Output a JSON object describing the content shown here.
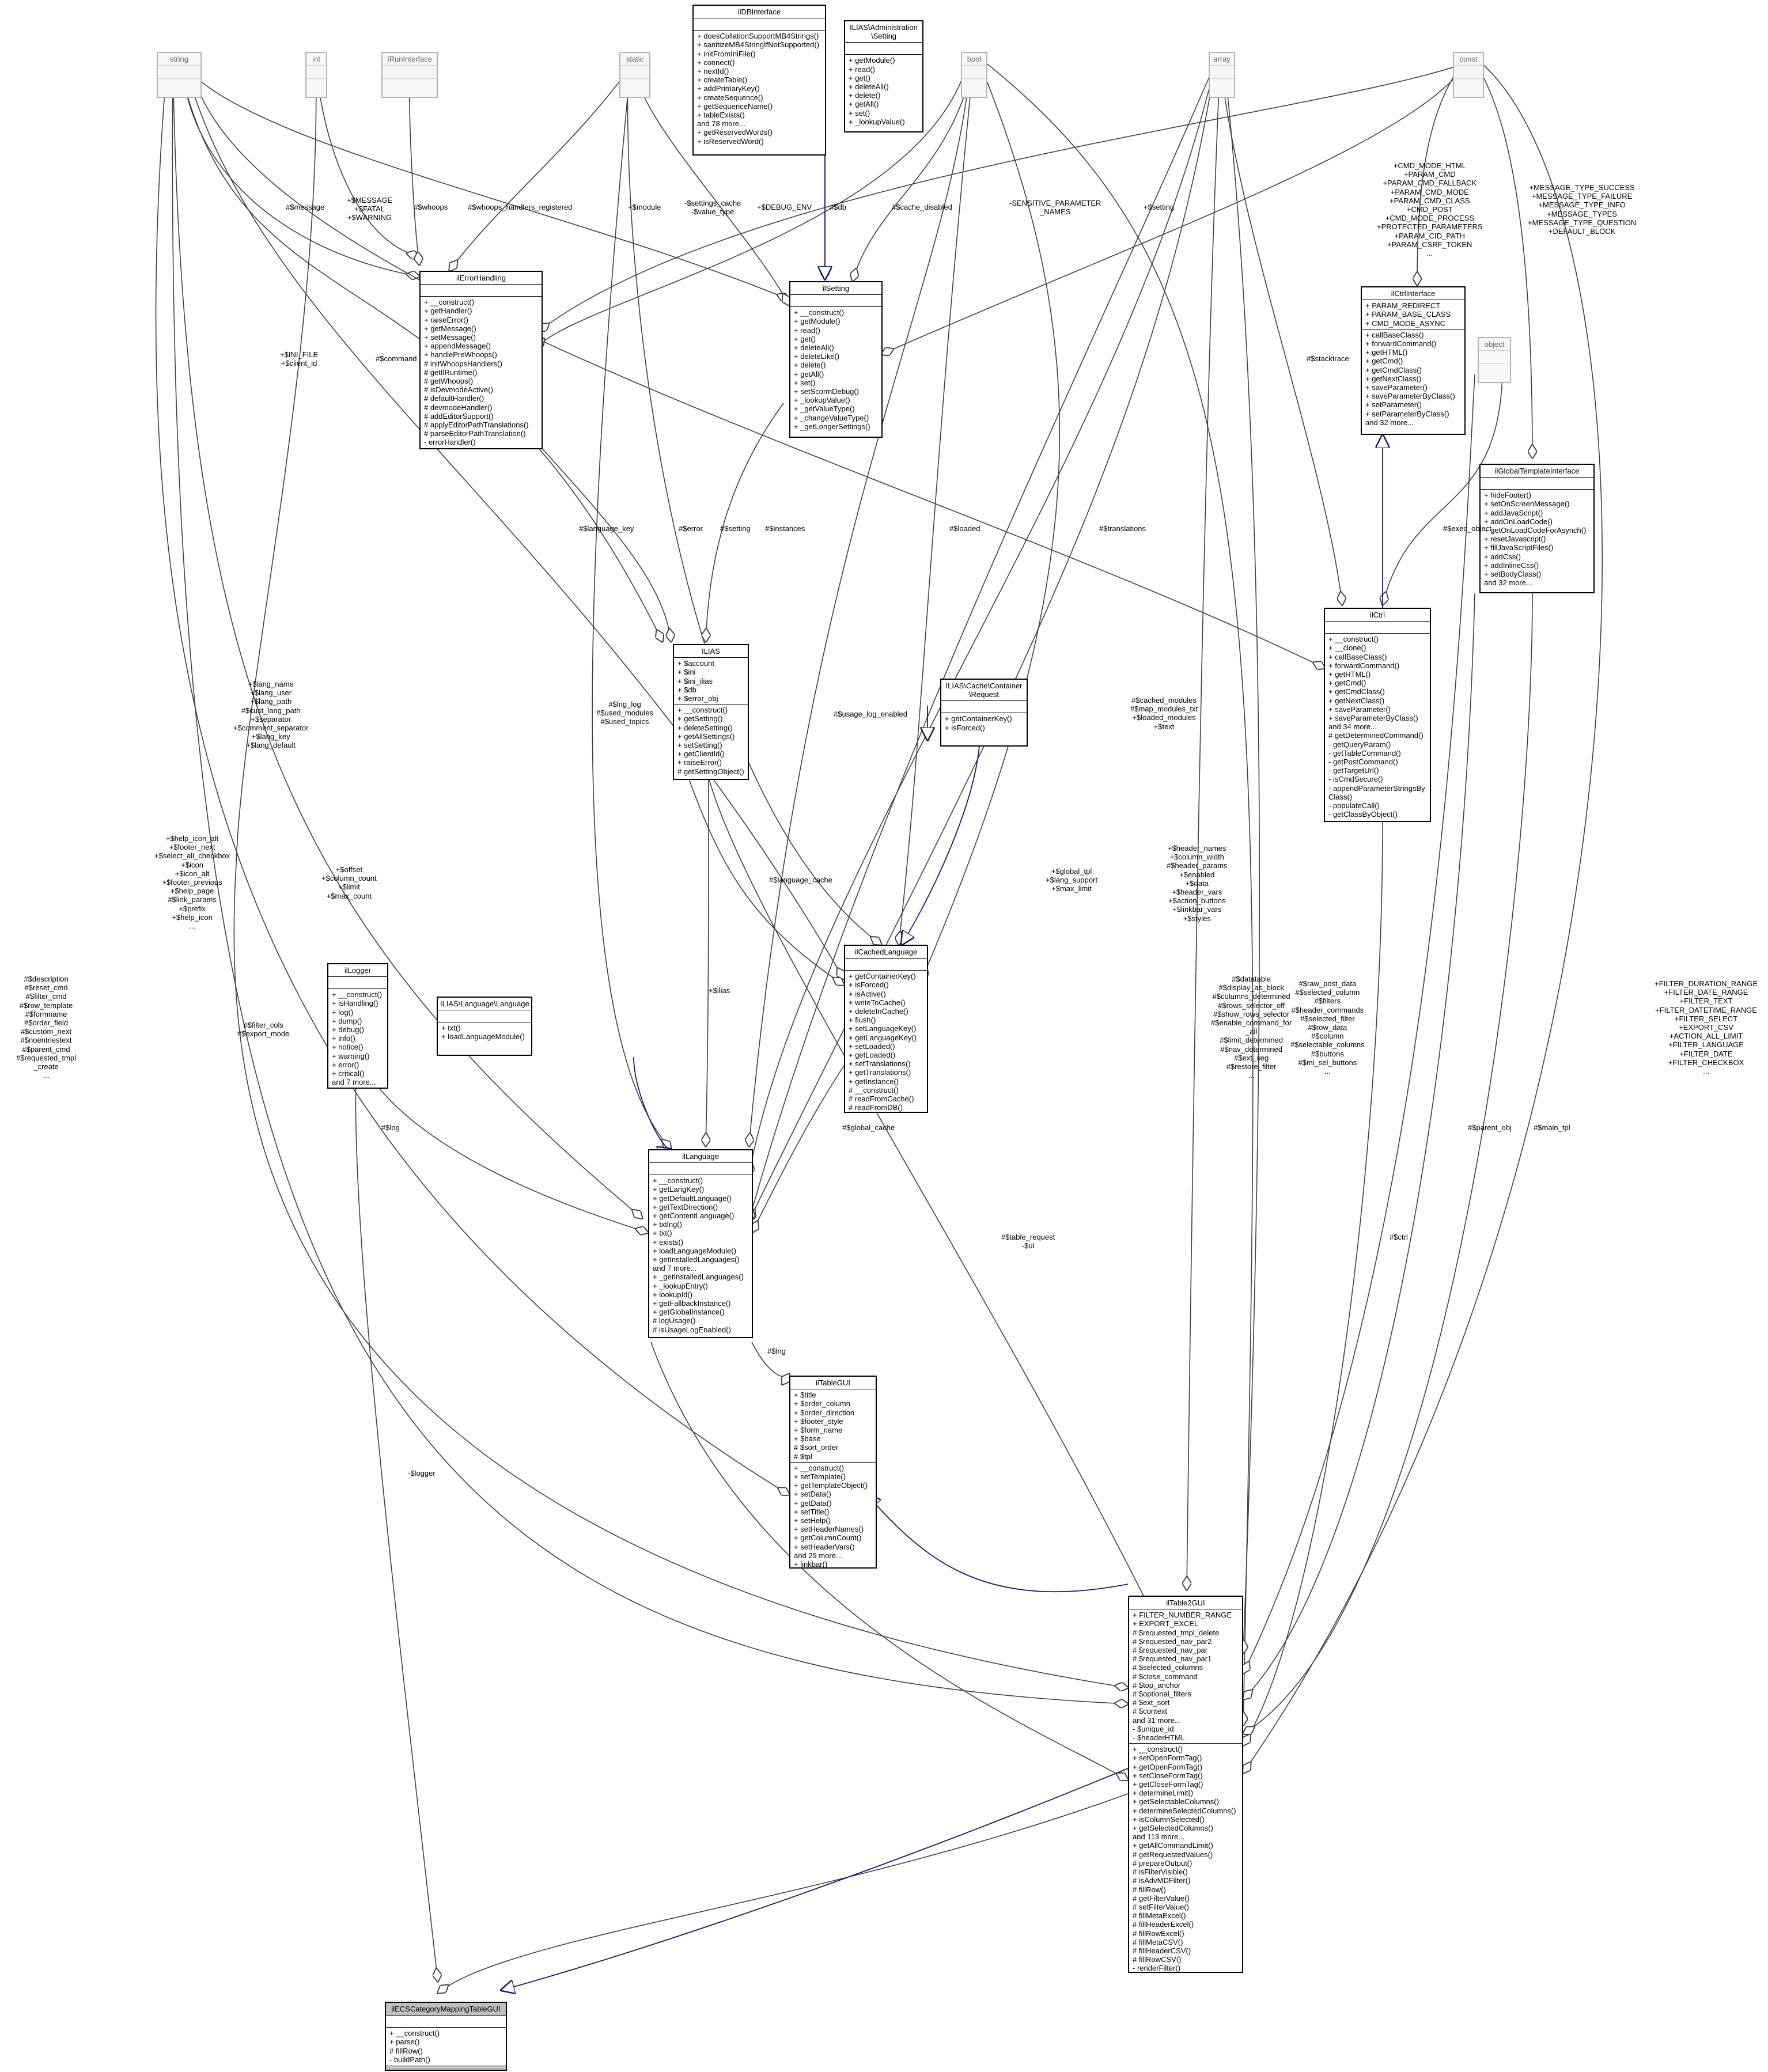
{
  "classes": {
    "string": {
      "title": "string"
    },
    "int": {
      "title": "int"
    },
    "irun": {
      "title": "IRunInterface"
    },
    "static": {
      "title": "static"
    },
    "bool": {
      "title": "bool"
    },
    "array": {
      "title": "array"
    },
    "const": {
      "title": "const"
    },
    "object": {
      "title": "object"
    },
    "ildb": {
      "title": "ilDBInterface",
      "methods": "+ doesCollationSupportMB4Strings()\n+ sanitizeMB4StringIfNotSupported()\n+ initFromIniFile()\n+ connect()\n+ nextId()\n+ createTable()\n+ addPrimaryKey()\n+ createSequence()\n+ getSequenceName()\n+ tableExists()\nand 78 more...\n+ getReservedWords()\n+ isReservedWord()"
    },
    "iliasadmin": {
      "title": "ILIAS\\Administration\n\\Setting",
      "methods": "+ getModule()\n+ read()\n+ get()\n+ deleteAll()\n+ delete()\n+ getAll()\n+ set()\n+ _lookupValue()"
    },
    "errorhandling": {
      "title": "ilErrorHandling",
      "methods": "+ __construct()\n+ getHandler()\n+ raiseError()\n+ getMessage()\n+ setMessage()\n+ appendMessage()\n+ handlePreWhoops()\n# initWhoopsHandlers()\n# getIlRuntime()\n# getWhoops()\n# isDevmodeActive()\n# defaultHandler()\n# devmodeHandler()\n# addEditorSupport()\n# applyEditorPathTranslations()\n# parseEditorPathTranslation()\n- errorHandler()"
    },
    "ilsetting": {
      "title": "ilSetting",
      "methods": "+ __construct()\n+ getModule()\n+ read()\n+ get()\n+ deleteAll()\n+ deleteLike()\n+ delete()\n+ getAll()\n+ set()\n+ setScormDebug()\n+ _lookupValue()\n+ _getValueType()\n+ _changeValueType()\n+ _getLongerSettings()"
    },
    "ctrlinterface": {
      "title": "ilCtrlInterface",
      "attrs": "+ PARAM_REDIRECT\n+ PARAM_BASE_CLASS\n+ CMD_MODE_ASYNC",
      "methods": "+ callBaseClass()\n+ forwardCommand()\n+ getHTML()\n+ getCmd()\n+ getCmdClass()\n+ getNextClass()\n+ saveParameter()\n+ saveParameterByClass()\n+ setParameter()\n+ setParameterByClass()\nand 32 more..."
    },
    "globaltpl": {
      "title": "ilGlobalTemplateInterface",
      "methods": "+ hideFooter()\n+ setOnScreenMessage()\n+ addJavaScript()\n+ addOnLoadCode()\n+ getOnLoadCodeForAsynch()\n+ resetJavascript()\n+ fillJavaScriptFiles()\n+ addCss()\n+ addInlineCss()\n+ setBodyClass()\nand 32 more..."
    },
    "ilctrl": {
      "title": "ilCtrl",
      "methods": "+ __construct()\n+ __clone()\n+ callBaseClass()\n+ forwardCommand()\n+ getHTML()\n+ getCmd()\n+ getCmdClass()\n+ getNextClass()\n+ saveParameter()\n+ saveParameterByClass()\nand 34 more...\n# getDeterminedCommand()\n- getQueryParam()\n- getTableCommand()\n- getPostCommand()\n- getTargetUrl()\n- isCmdSecure()\n- appendParameterStringsBy\nClass()\n- populateCall()\n- getClassByObject()"
    },
    "ilias": {
      "title": "ILIAS",
      "attrs": "+ $account\n+ $ini\n+ $ini_ilias\n+ $db\n+ $error_obj",
      "methods": "+ __construct()\n+ getSetting()\n+ deleteSetting()\n+ getAllSettings()\n+ setSetting()\n+ getClientId()\n+ raiseError()\n# getSettingObject()"
    },
    "cacherequest": {
      "title": "ILIAS\\Cache\\Container\n\\Request",
      "methods": "+ getContainerKey()\n+ isForced()"
    },
    "cachedlang": {
      "title": "ilCachedLanguage",
      "methods": "+ getContainerKey()\n+ isForced()\n+ isActive()\n+ writeToCache()\n+ deleteInCache()\n+ flush()\n+ setLanguageKey()\n+ getLanguageKey()\n+ setLoaded()\n+ getLoaded()\n+ setTranslations()\n+ getTranslations()\n+ getInstance()\n# __construct()\n# readFromCache()\n# readFromDB()"
    },
    "illogger": {
      "title": "ilLogger",
      "methods": "+ __construct()\n+ isHandling()\n+ log()\n+ dump()\n+ debug()\n+ info()\n+ notice()\n+ warning()\n+ error()\n+ critical()\nand 7 more..."
    },
    "langiface": {
      "title": "ILIAS\\Language\\Language",
      "methods": "+ txt()\n+ loadLanguageModule()"
    },
    "illanguage": {
      "title": "ilLanguage",
      "methods": "+ __construct()\n+ getLangKey()\n+ getDefaultLanguage()\n+ getTextDirection()\n+ getContentLanguage()\n+ txtlng()\n+ txt()\n+ exists()\n+ loadLanguageModule()\n+ getInstalledLanguages()\nand 7 more...\n+ _getInstalledLanguages()\n+ _lookupEntry()\n+ lookupId()\n+ getFallbackInstance()\n+ getGlobalInstance()\n# logUsage()\n# isUsageLogEnabled()"
    },
    "tablegui": {
      "title": "ilTableGUI",
      "attrs": "+ $title\n+ $order_column\n+ $order_direction\n+ $footer_style\n+ $form_name\n+ $base\n# $sort_order\n# $tpl",
      "methods": "+ __construct()\n+ setTemplate()\n+ getTemplateObject()\n+ setData()\n+ getData()\n+ setTitle()\n+ setHelp()\n+ setHeaderNames()\n+ getColumnCount()\n+ setHeaderVars()\nand 29 more...\n+ linkbar()"
    },
    "table2gui": {
      "title": "ilTable2GUI",
      "attrs": "+ FILTER_NUMBER_RANGE\n+ EXPORT_EXCEL\n# $requested_tmpl_delete\n# $requested_nav_par2\n# $requested_nav_par\n# $requested_nav_par1\n# $selected_columns\n# $close_command\n# $top_anchor\n# $optional_filters\n# $ext_sort\n# $context\nand 31 more...\n- $unique_id\n- $headerHTML",
      "methods": "+ __construct()\n+ setOpenFormTag()\n+ getOpenFormTag()\n+ setCloseFormTag()\n+ getCloseFormTag()\n+ determineLimit()\n+ getSelectableColumns()\n+ determineSelectedColumns()\n+ isColumnSelected()\n+ getSelectedColumns()\nand 113 more...\n+ getAllCommandLimit()\n# getRequestedValues()\n# prepareOutput()\n# isFilterVisible()\n# isAdvMDFilter()\n# fillRow()\n# getFilterValue()\n# setFilterValue()\n# fillMetaExcel()\n# fillHeaderExcel()\n# fillRowExcel()\n# fillMetaCSV()\n# fillHeaderCSV()\n# fillRowCSV()\n- renderFilter()"
    },
    "ecs": {
      "title": "ilECSCategoryMappingTableGUI",
      "methods": "+ __construct()\n+ parse()\n# fillRow()\n- buildPath()"
    }
  },
  "edge_labels": {
    "message": "#$message",
    "fatal": "+$MESSAGE\n+$FATAL\n+$WARNING",
    "whoops": "#$whoops",
    "whoops_reg": "#$whoops_handlers_registered",
    "module": "+$module",
    "settings_cache": "-$settings_cache\n-$value_type",
    "debug_env": "+$DEBUG_ENV",
    "db": "#$db",
    "cache_disabled": "#$cache_disabled",
    "sensitive": "-SENSITIVE_PARAMETER\n_NAMES",
    "setting_plus": "+$setting",
    "cmd_const": "+CMD_MODE_HTML\n+PARAM_CMD\n+PARAM_CMD_FALLBACK\n+PARAM_CMD_MODE\n+PARAM_CMD_CLASS\n+CMD_POST\n+CMD_MODE_PROCESS\n+PROTECTED_PARAMETERS\n+PARAM_CID_PATH\n+PARAM_CSRF_TOKEN\n...",
    "msg_const": "+MESSAGE_TYPE_SUCCESS\n+MESSAGE_TYPE_FAILURE\n+MESSAGE_TYPE_INFO\n+MESSAGE_TYPES\n+MESSAGE_TYPE_QUESTION\n+DEFAULT_BLOCK",
    "ini_file": "+$INI_FILE\n+$client_id",
    "command": "#$command",
    "stacktrace": "#$stacktrace",
    "language_key": "#$language_key",
    "error": "#$error",
    "setting_hash": "#$setting",
    "instances": "#$instances",
    "loaded": "#$loaded",
    "translations": "#$translations",
    "exec_object": "#$exec_object",
    "lang_name": "+$lang_name\n+$lang_user\n+$lang_path\n#$cust_lang_path\n+$separator\n+$comment_separator\n+$lang_key\n+$lang_default",
    "lng_log": "#$lng_log\n#$used_modules\n#$used_topics",
    "usage_log": "#$usage_log_enabled",
    "cached_modules": "#$cached_modules\n#$map_modules_txt\n+$loaded_modules\n+$text",
    "help_icon": "+$help_icon_alt\n+$footer_next\n+$select_all_checkbox\n+$icon\n+$icon_alt\n+$footer_previous\n+$help_page\n#$link_params\n+$prefix\n+$help_icon\n...",
    "offset": "+$offset\n+$column_count\n+$limit\n+$max_count",
    "global_tpl": "+$global_tpl\n+$lang_support\n+$max_limit",
    "header_names": "+$header_names\n+$column_width\n#$header_params\n+$enabled\n+$data\n+$header_vars\n+$action_buttons\n+$linkbar_vars\n+$styles",
    "language_cache": "#$language_cache",
    "ilias_ref": "+$ilias",
    "datatable": "#$datatable\n#$display_as_block\n#$columns_determined\n#$rows_selector_off\n#$show_rows_selector\n#$enable_command_for\n_all\n#$limit_determined\n#$nav_determined\n#$ext_seg\n#$restore_filter\n...",
    "raw_post": "#$raw_post_data\n#$selected_column\n#$filters\n#$header_commands\n#$selected_filter\n#$row_data\n#$column\n#$selectable_columns\n#$buttons\n#$mi_sel_buttons\n...",
    "description": "#$description\n#$reset_cmd\n#$filter_cmd\n#$row_template\n#$formname\n#$order_field\n#$custom_next\n#$noentriestext\n#$parent_cmd\n#$requested_tmpl\n_create\n...",
    "filter_cols": "#$filter_cols\n#$export_mode",
    "log": "#$log",
    "global_cache": "#$global_cache",
    "table_request": "#$table_request\n-$ui",
    "lng": "#$lng",
    "logger": "-$logger",
    "parent_obj": "#$parent_obj",
    "main_tpl": "#$main_tpl",
    "ctrl": "#$ctrl",
    "filter_const": "+FILTER_DURATION_RANGE\n+FILTER_DATE_RANGE\n+FILTER_TEXT\n+FILTER_DATETIME_RANGE\n+FILTER_SELECT\n+EXPORT_CSV\n+ACTION_ALL_LIMIT\n+FILTER_LANGUAGE\n+FILTER_DATE\n+FILTER_CHECKBOX\n..."
  }
}
